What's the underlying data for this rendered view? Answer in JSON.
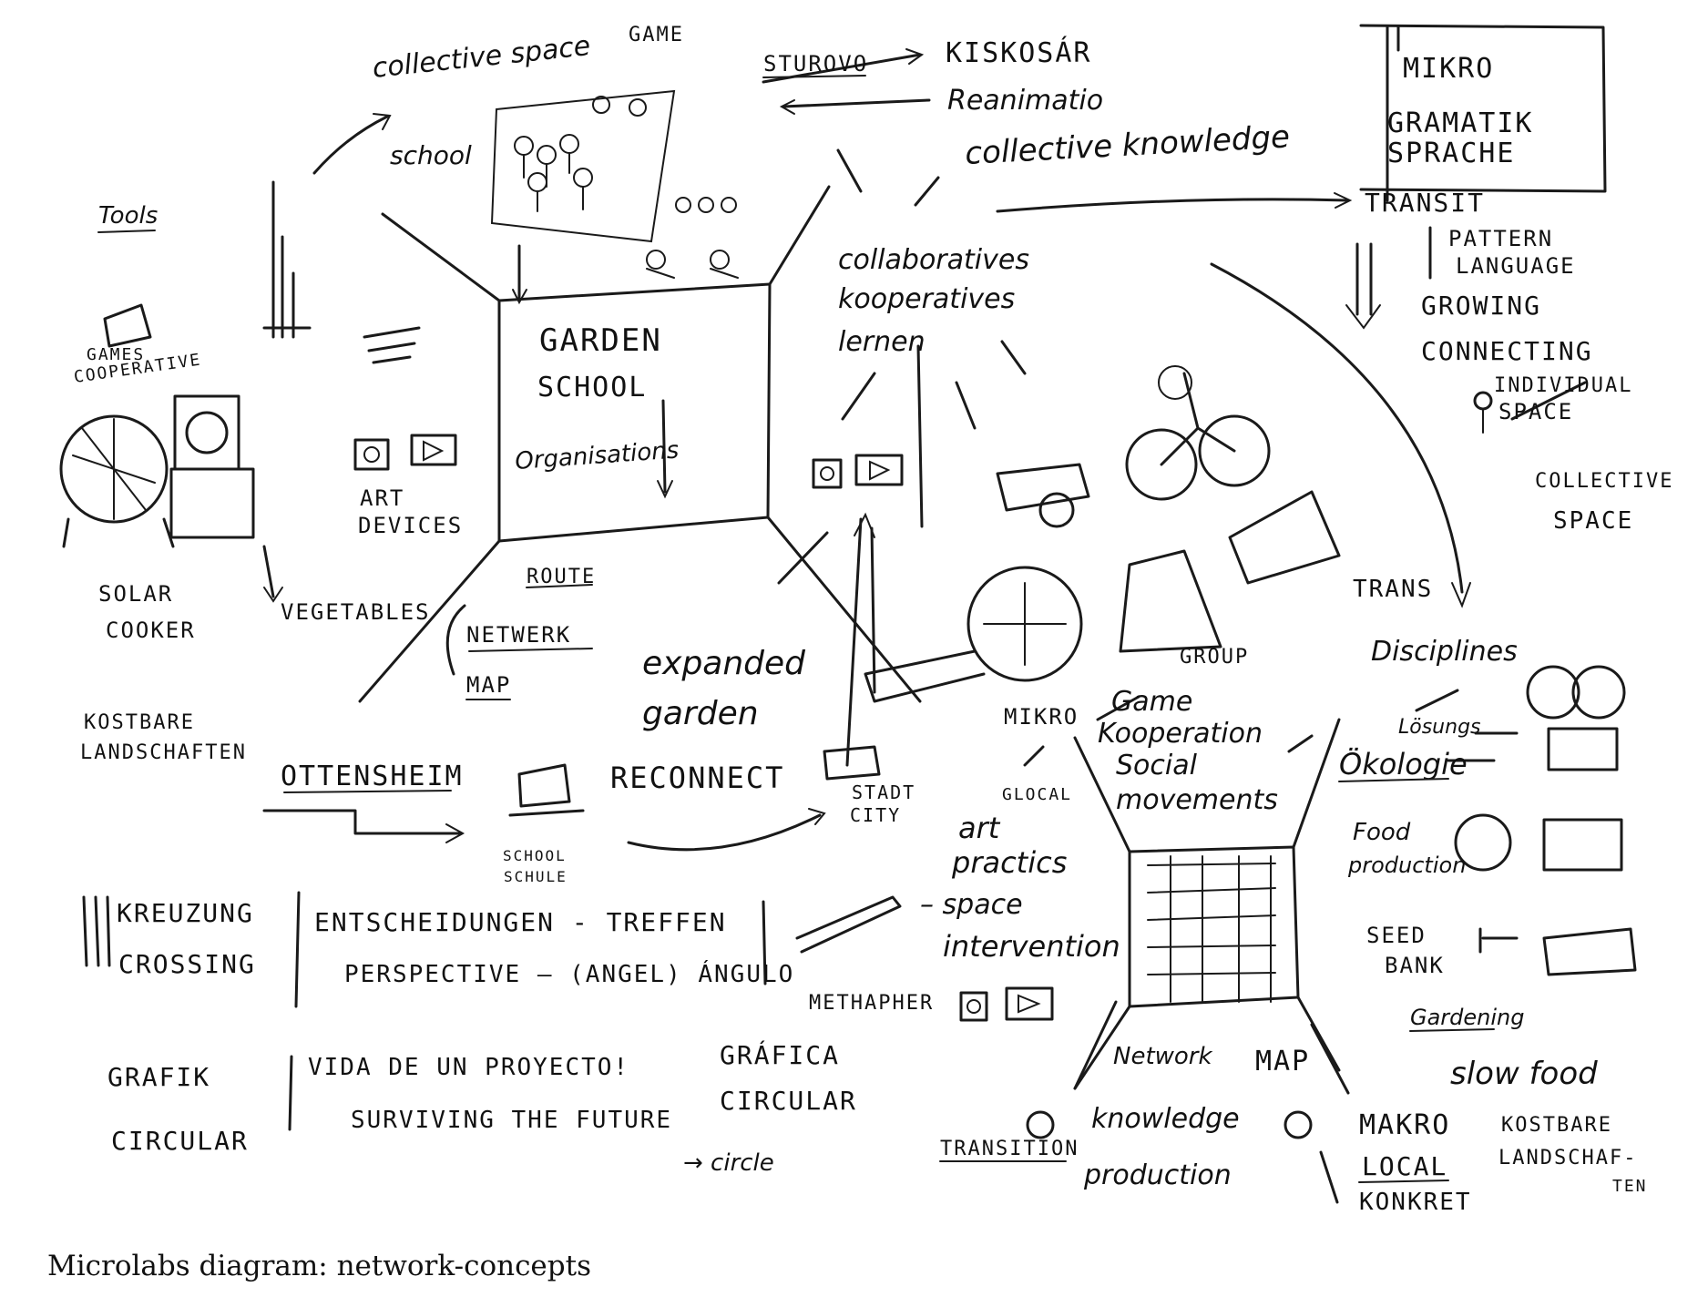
{
  "caption": "Microlabs diagram: network-concepts",
  "labels": {
    "collective_space": "collective space",
    "game": "GAME",
    "school": "school",
    "stirovo": "STUROVO",
    "kiskosar": "KISKOSÁR",
    "reanimatio": "Reanimatio",
    "collective_knowledge": "collective knowledge",
    "mikro": "MIKRO",
    "gramatik": "GRAMATIK",
    "sprache": "SPRACHE",
    "transit": "TRANSIT",
    "pattern": "PATTERN",
    "language": "LANGUAGE",
    "growing": "GROWING",
    "connecting": "CONNECTING",
    "individual": "INDIVIDUAL",
    "individual_space": "SPACE",
    "collective_caps": "COLLECTIVE",
    "collective_space_caps": "SPACE",
    "tools": "Tools",
    "games": "GAMES",
    "cooperative": "COOPERATIVE",
    "garden": "GARDEN",
    "school_caps": "SCHOOL",
    "organisations": "Organisations",
    "art": "ART",
    "devices": "DEVICES",
    "collab1": "collaboratives",
    "collab2": "kooperatives",
    "collab3": "lernen",
    "solar": "SOLAR",
    "cooker": "COOKER",
    "vegetables": "VEGETABLES",
    "route": "ROUTE",
    "netwerk": "NETWERK",
    "map": "MAP",
    "expanded": "expanded",
    "garden_lc": "garden",
    "trans": "TRANS",
    "disciplines": "Disciplines",
    "group": "GROUP",
    "kostbare": "KOSTBARE",
    "landschaften": "LANDSCHAFTEN",
    "ottensheim": "OTTENSHEIM",
    "reconnect": "RECONNECT",
    "stadt": "STADT",
    "city": "CITY",
    "school_schule1": "SCHOOL",
    "school_schule2": "SCHULE",
    "mikro2": "MIKRO",
    "game2": "Game",
    "kooperation": "Kooperation",
    "social": "Social",
    "movements": "movements",
    "global": "GLOCAL",
    "losungs": "Lösungs",
    "okologie": "Ökologie",
    "food": "Food",
    "production": "production",
    "art_lc": "art",
    "practics": "practics",
    "space": "– space",
    "intervention": "intervention",
    "kreuzung": "KREUZUNG",
    "crossing": "CROSSING",
    "entscheidungen": "ENTSCHEIDUNGEN - TREFFEN",
    "perspective": "PERSPECTIVE – (ANGEL) ÁNGULO",
    "seed": "SEED",
    "bank": "BANK",
    "methapher": "METHAPHER",
    "gardening": "Gardening",
    "grafik": "GRAFIK",
    "circular": "CIRCULAR",
    "vida": "VIDA DE UN PROYECTO!",
    "surviving": "SURVIVING THE FUTURE",
    "grafica": "GRÁFICA",
    "circular2": "CIRCULAR",
    "circle": "→ circle",
    "network": "Network",
    "map_caps": "MAP",
    "slow_food": "slow food",
    "transition": "TRANSITION",
    "knowledge": "knowledge",
    "production2": "production",
    "makro": "MAKRO",
    "local": "LOCAL",
    "konkret": "KONKRET",
    "kostbare2": "KOSTBARE",
    "landschaf": "LANDSCHAF-",
    "ten": "TEN"
  }
}
